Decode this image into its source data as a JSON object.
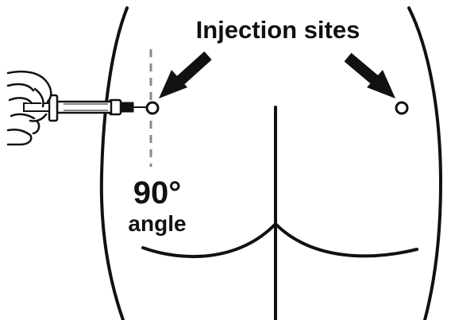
{
  "labels": {
    "title": "Injection sites",
    "angle_value": "90°",
    "angle_word": "angle"
  },
  "colors": {
    "ink": "#111111",
    "guide": "#888888",
    "background": "#ffffff"
  },
  "icons": {
    "syringe": "syringe-icon",
    "hand": "hand-icon",
    "arrow": "arrow-icon",
    "site": "injection-site-marker"
  }
}
